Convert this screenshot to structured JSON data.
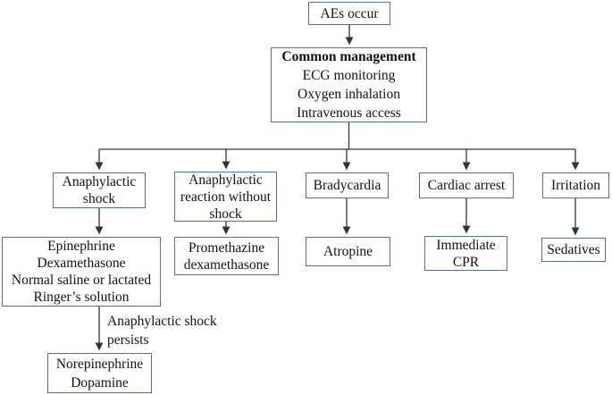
{
  "colors": {
    "background": "#ffffff",
    "box_border": "#5b6f96",
    "connector": "#333333",
    "text": "#121212"
  },
  "nodes": {
    "aes_occur": {
      "label": "AEs occur"
    },
    "common_management": {
      "title": "Common management",
      "items": [
        "ECG monitoring",
        "Oxygen inhalation",
        "Intravenous access"
      ]
    },
    "anaphylactic_shock": {
      "label": "Anaphylactic shock"
    },
    "anaphylactic_reaction": {
      "label": "Anaphylactic reaction without shock"
    },
    "bradycardia": {
      "label": "Bradycardia"
    },
    "cardiac_arrest": {
      "label": "Cardiac arrest"
    },
    "irritation": {
      "label": "Irritation"
    },
    "shock_treatment": {
      "items": [
        "Epinephrine",
        "Dexamethasone",
        "Normal saline or lactated",
        "Ringer’s solution"
      ]
    },
    "promethazine": {
      "label": "Promethazine dexamethasone"
    },
    "atropine": {
      "label": "Atropine"
    },
    "immediate_cpr": {
      "label": "Immediate CPR"
    },
    "sedatives": {
      "label": "Sedatives"
    },
    "norepinephrine": {
      "items": [
        "Norepinephrine",
        "Dopamine"
      ]
    }
  },
  "edge_labels": {
    "persists": "Anaphylactic shock persists"
  }
}
